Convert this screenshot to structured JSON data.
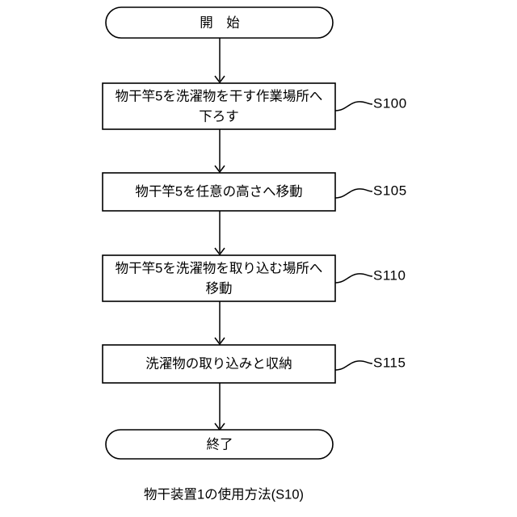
{
  "figure": {
    "caption": "物干装置1の使用方法(S10)",
    "colors": {
      "background": "#ffffff",
      "stroke": "#000000",
      "text": "#000000"
    }
  },
  "flowchart": {
    "start": {
      "type": "terminator",
      "label": "開　始"
    },
    "end": {
      "type": "terminator",
      "label": "終了"
    },
    "steps": [
      {
        "id": "S100",
        "type": "process",
        "lines": [
          "物干竿5を洗濯物を干す作業場所へ",
          "下ろす"
        ],
        "step_label": "S100"
      },
      {
        "id": "S105",
        "type": "process",
        "lines": [
          "物干竿5を任意の高さへ移動"
        ],
        "step_label": "S105"
      },
      {
        "id": "S110",
        "type": "process",
        "lines": [
          "物干竿5を洗濯物を取り込む場所へ",
          "移動"
        ],
        "step_label": "S110"
      },
      {
        "id": "S115",
        "type": "process",
        "lines": [
          "洗濯物の取り込みと収納"
        ],
        "step_label": "S115"
      }
    ]
  }
}
